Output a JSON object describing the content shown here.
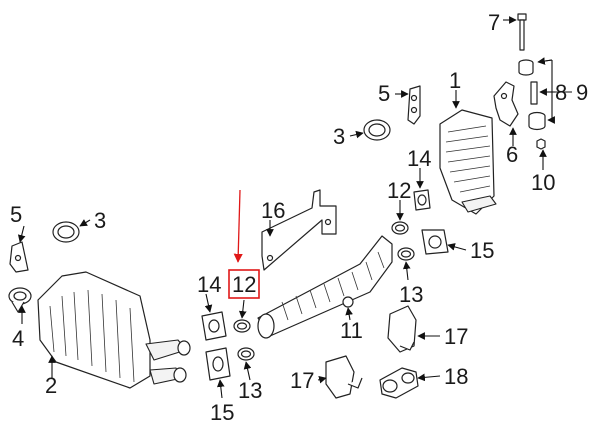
{
  "labels": {
    "n1": "1",
    "n2": "2",
    "n3a": "3",
    "n3b": "3",
    "n4": "4",
    "n5a": "5",
    "n5b": "5",
    "n6": "6",
    "n7": "7",
    "n8": "8",
    "n9": "9",
    "n10": "10",
    "n11": "11",
    "n12a": "12",
    "n12b": "12",
    "n13a": "13",
    "n13b": "13",
    "n14a": "14",
    "n14b": "14",
    "n15a": "15",
    "n15b": "15",
    "n16": "16",
    "n17a": "17",
    "n17b": "17",
    "n18": "18"
  },
  "highlight": {
    "callout": "12",
    "color": "#e01818"
  }
}
